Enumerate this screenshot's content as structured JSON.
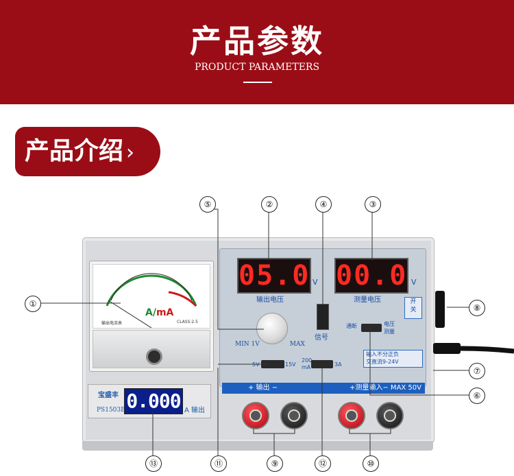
{
  "header": {
    "title": "产品参数",
    "subtitle": "PRODUCT PARAMETERS"
  },
  "section": {
    "label": "产品介绍",
    "chevron": "›"
  },
  "meter": {
    "unit_a": "A/",
    "unit_ma": "mA",
    "label": "输出电流表",
    "class_text": "CLASS:2.5"
  },
  "lcd": {
    "brand": "宝盛丰",
    "model": "PS1503B",
    "value": "0.000",
    "unit": "A  输出"
  },
  "displays": {
    "output_voltage": {
      "value": "05.0",
      "unit": "V",
      "label": "输出电压"
    },
    "measured_voltage": {
      "value": "00.0",
      "unit": "V",
      "label": "测量电压"
    }
  },
  "signal": {
    "label": "信号"
  },
  "adjust": {
    "min": "MIN 1V",
    "max": "MAX"
  },
  "switches": {
    "voltage_range": {
      "left": "5V",
      "right": "15V"
    },
    "current_range": {
      "left_top": "200",
      "left_bottom": "mA",
      "right": "3A"
    },
    "mode": {
      "left": "通断",
      "right_top": "电压",
      "right_bottom": "测量"
    }
  },
  "power": {
    "label_top": "开",
    "label_bottom": "关"
  },
  "info": {
    "line1": "输入不分正负",
    "line2": "交直流9-24V"
  },
  "bar": {
    "left": "+  输出  −",
    "right": "+测量输入− MAX 50V"
  },
  "callouts": [
    "①",
    "②",
    "③",
    "④",
    "⑤",
    "⑥",
    "⑦",
    "⑧",
    "⑨",
    "⑩",
    "⑪",
    "⑫",
    "⑬"
  ],
  "colors": {
    "brand_red": "#9b0d16",
    "led_red": "#ff2a22",
    "panel_blue": "#1d5fbf"
  }
}
